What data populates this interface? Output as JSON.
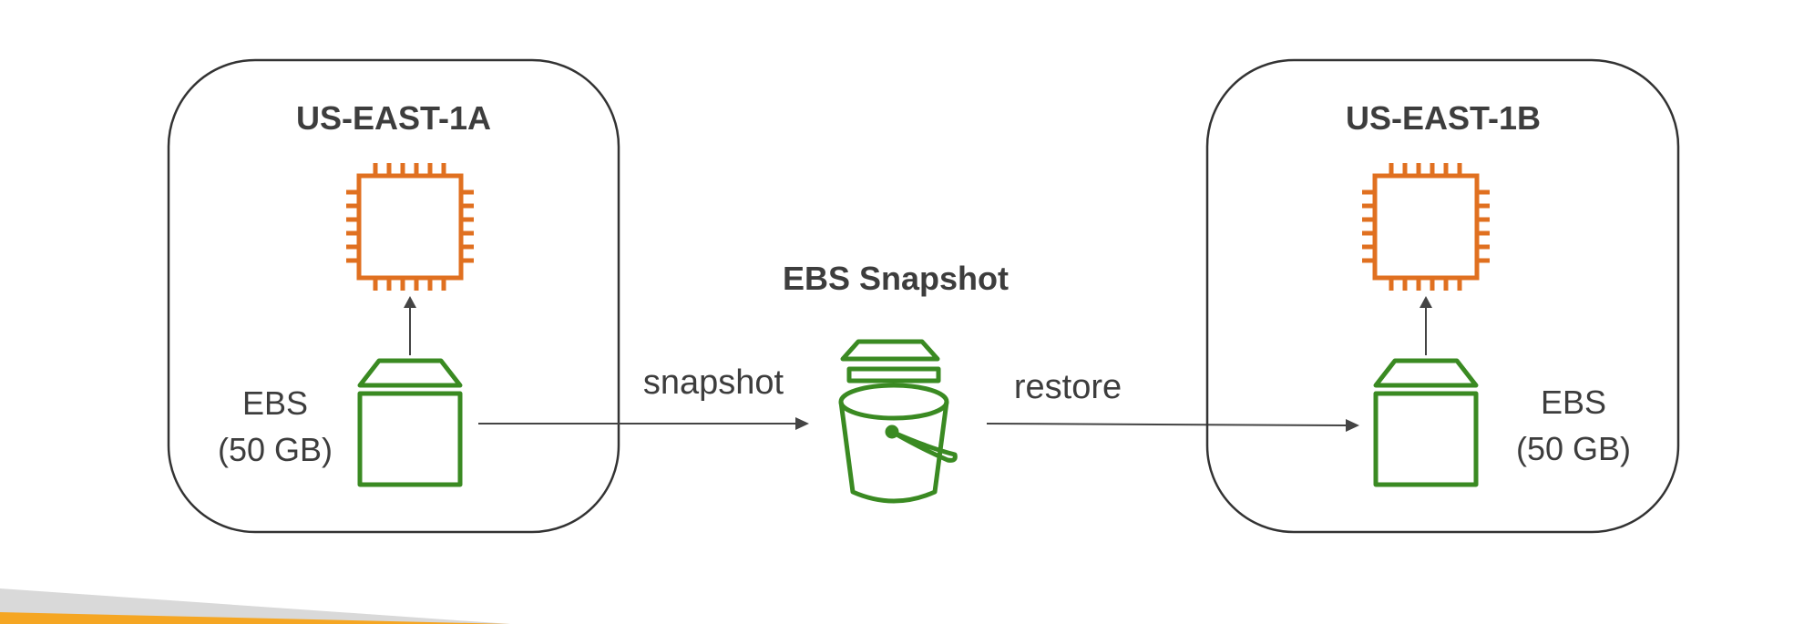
{
  "zones": [
    {
      "title": "US-EAST-1A",
      "volume_line1": "EBS",
      "volume_line2": "(50 GB)"
    },
    {
      "title": "US-EAST-1B",
      "volume_line1": "EBS",
      "volume_line2": "(50 GB)"
    }
  ],
  "snapshot": {
    "title": "EBS Snapshot"
  },
  "edges": {
    "snapshot_label": "snapshot",
    "restore_label": "restore"
  },
  "icons": {
    "instance": "ec2-instance-chip-icon",
    "volume": "ebs-volume-icon",
    "bucket": "s3-bucket-icon"
  },
  "colors": {
    "instance": "#e07020",
    "volume": "#3a8a22",
    "bucket": "#3a8a22",
    "accent_bar": "#f5a623"
  }
}
